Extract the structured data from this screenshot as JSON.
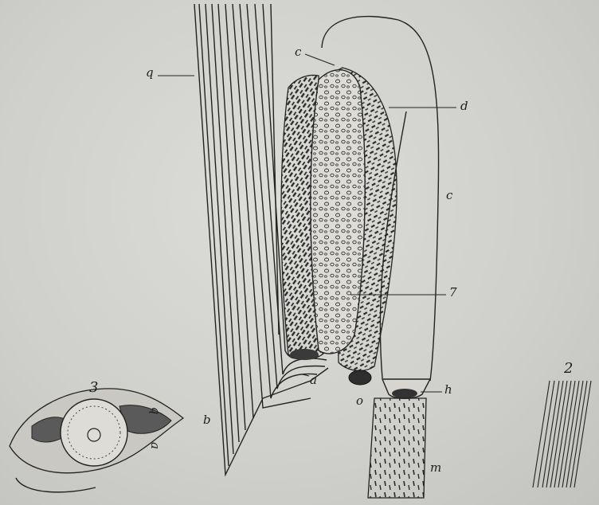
{
  "colors": {
    "paper": "#d3d3d0",
    "ink": "#222222"
  },
  "figure_numbers": {
    "fig2": "2",
    "fig3": "3"
  },
  "labels": {
    "q": "q",
    "c_top": "c",
    "d": "d",
    "c_right": "c",
    "seven": "7",
    "a": "a",
    "b": "b",
    "o": "o",
    "h": "h",
    "m": "m",
    "fig3_q": "q",
    "fig3_a": "a"
  }
}
